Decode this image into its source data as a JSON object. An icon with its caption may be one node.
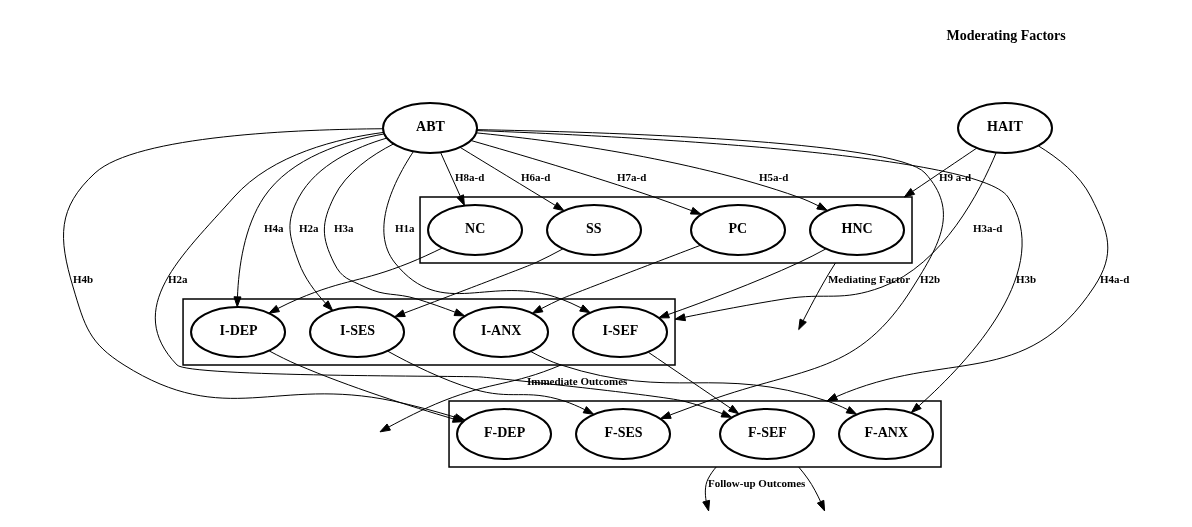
{
  "diagram": {
    "nodes": [
      {
        "text": [
          "ABT"
        ]
      },
      {
        "text": [],
        "shape": "box"
      },
      {
        "text": [
          "HNC"
        ],
        "in": 1
      },
      {
        "text": [
          "SS"
        ],
        "in": 1
      },
      {
        "text": [
          "PC"
        ],
        "in": 1
      },
      {
        "text": [
          "NC"
        ],
        "in": 1
      },
      {
        "text": [
          "HAIT"
        ]
      },
      {
        "text": [],
        "shape": "box"
      },
      {
        "text": [
          "I-SEF"
        ],
        "in": 7
      },
      {
        "text": [
          "I-SES"
        ],
        "in": 7
      },
      {
        "text": [
          "I-ANX"
        ],
        "in": 7
      },
      {
        "text": [
          "I-DEP"
        ],
        "in": 7
      },
      {
        "text": [],
        "shape": "box"
      },
      {
        "text": [
          "F-SEF"
        ],
        "in": 12
      },
      {
        "text": [
          "F-SES"
        ],
        "in": 12
      },
      {
        "text": [
          "F-ANX"
        ],
        "in": 12
      },
      {
        "text": [
          "F-DEP"
        ],
        "in": 12
      }
    ],
    "edges": [
      {
        "from": 0,
        "to": 2,
        "arrow": "to",
        "label": "H5a-d"
      },
      {
        "from": 0,
        "to": 3,
        "arrow": "to",
        "label": "H6a-d"
      },
      {
        "from": 0,
        "to": 4,
        "arrow": "to",
        "label": "H7a-d"
      },
      {
        "from": 0,
        "to": 5,
        "arrow": "to",
        "label": "H8a-d"
      },
      {
        "from": 0,
        "to": 8,
        "arrow": "to",
        "label": "H1a"
      },
      {
        "from": 2,
        "to": 8,
        "arrow": "to"
      },
      {
        "from": 0,
        "to": 9,
        "arrow": "to",
        "label": "H2a"
      },
      {
        "from": 3,
        "to": 9,
        "arrow": "to"
      },
      {
        "from": 0,
        "to": 10,
        "arrow": "to",
        "label": "H3a"
      },
      {
        "from": 4,
        "to": 10,
        "arrow": "to"
      },
      {
        "from": 0,
        "to": 11,
        "arrow": "to",
        "label": "H4a"
      },
      {
        "from": 5,
        "to": 11,
        "arrow": "to"
      },
      {
        "from": 8,
        "to": 13,
        "arrow": "to"
      },
      {
        "from": 0,
        "to": 13,
        "arrow": "to",
        "label": "H2a"
      },
      {
        "from": 9,
        "to": 14,
        "arrow": "to"
      },
      {
        "from": 0,
        "to": 14,
        "arrow": "to",
        "label": "H2b"
      },
      {
        "from": 10,
        "to": 15,
        "arrow": "to"
      },
      {
        "from": 0,
        "to": 15,
        "arrow": "to",
        "label": "H3b"
      },
      {
        "from": 11,
        "to": 16,
        "arrow": "to"
      },
      {
        "from": 0,
        "to": 16,
        "arrow": "to",
        "label": "H4b"
      },
      {
        "from": 6,
        "to": 1,
        "arrow": "to",
        "label": "H9 a-d"
      },
      {
        "from": 6,
        "to": 7,
        "arrow": "to",
        "label": "H3a-d"
      },
      {
        "from": 6,
        "to": 12,
        "arrow": "to",
        "label": "H4a-d"
      },
      {
        "from": 1,
        "to": null,
        "arrow": "to",
        "label": "Mediating Factor"
      },
      {
        "from": 7,
        "to": null,
        "arrow": "to",
        "label": "Immediate Outcomes"
      },
      {
        "from": 12,
        "to": null,
        "arrow": "to",
        "label": "Follow-up Outcomes"
      },
      {
        "from": 12,
        "to": null,
        "arrow": "to"
      }
    ],
    "labels": [
      "Moderating Factors"
    ]
  }
}
